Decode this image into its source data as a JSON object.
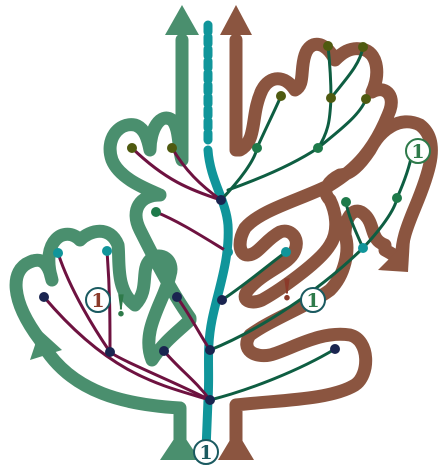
{
  "labels": {
    "root_marker": "1",
    "left_marker": "1",
    "right_marker": "1",
    "top_right_marker": "1",
    "left_exclamation": "!",
    "right_exclamation": "!"
  },
  "colors": {
    "green_outline": "#4a8f6e",
    "brown_outline": "#8b5540",
    "teal_trunk": "#10959a",
    "dark_green_branch": "#0e5e42",
    "maroon_branch": "#6e1240",
    "navy_node": "#1a2550",
    "olive_leaf": "#4f5a10",
    "marker_stroke": "#1a5a60",
    "excl_green": "#2e7a4a",
    "excl_brown": "#8b3a2a"
  },
  "icons": [
    "up-arrow-icon",
    "up-arrow-icon",
    "left-arrow-icon",
    "right-arrow-icon"
  ]
}
